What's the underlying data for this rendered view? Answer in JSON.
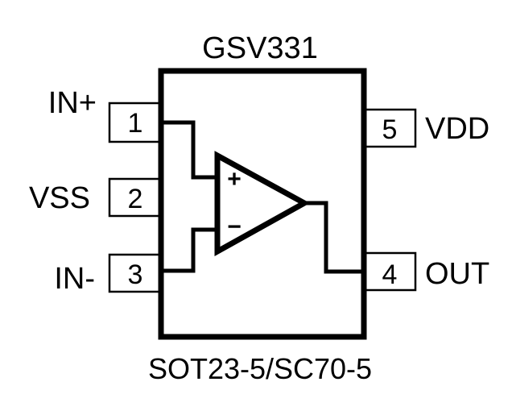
{
  "part_number": "GSV331",
  "package": "SOT23-5/SC70-5",
  "pins": [
    {
      "number": "1",
      "name": "IN+"
    },
    {
      "number": "2",
      "name": "VSS"
    },
    {
      "number": "3",
      "name": "IN-"
    },
    {
      "number": "4",
      "name": "OUT"
    },
    {
      "number": "5",
      "name": "VDD"
    }
  ],
  "opamp": {
    "plus_sign": "+",
    "minus_sign": "−"
  },
  "colors": {
    "ink": "#000000",
    "background": "#ffffff"
  }
}
